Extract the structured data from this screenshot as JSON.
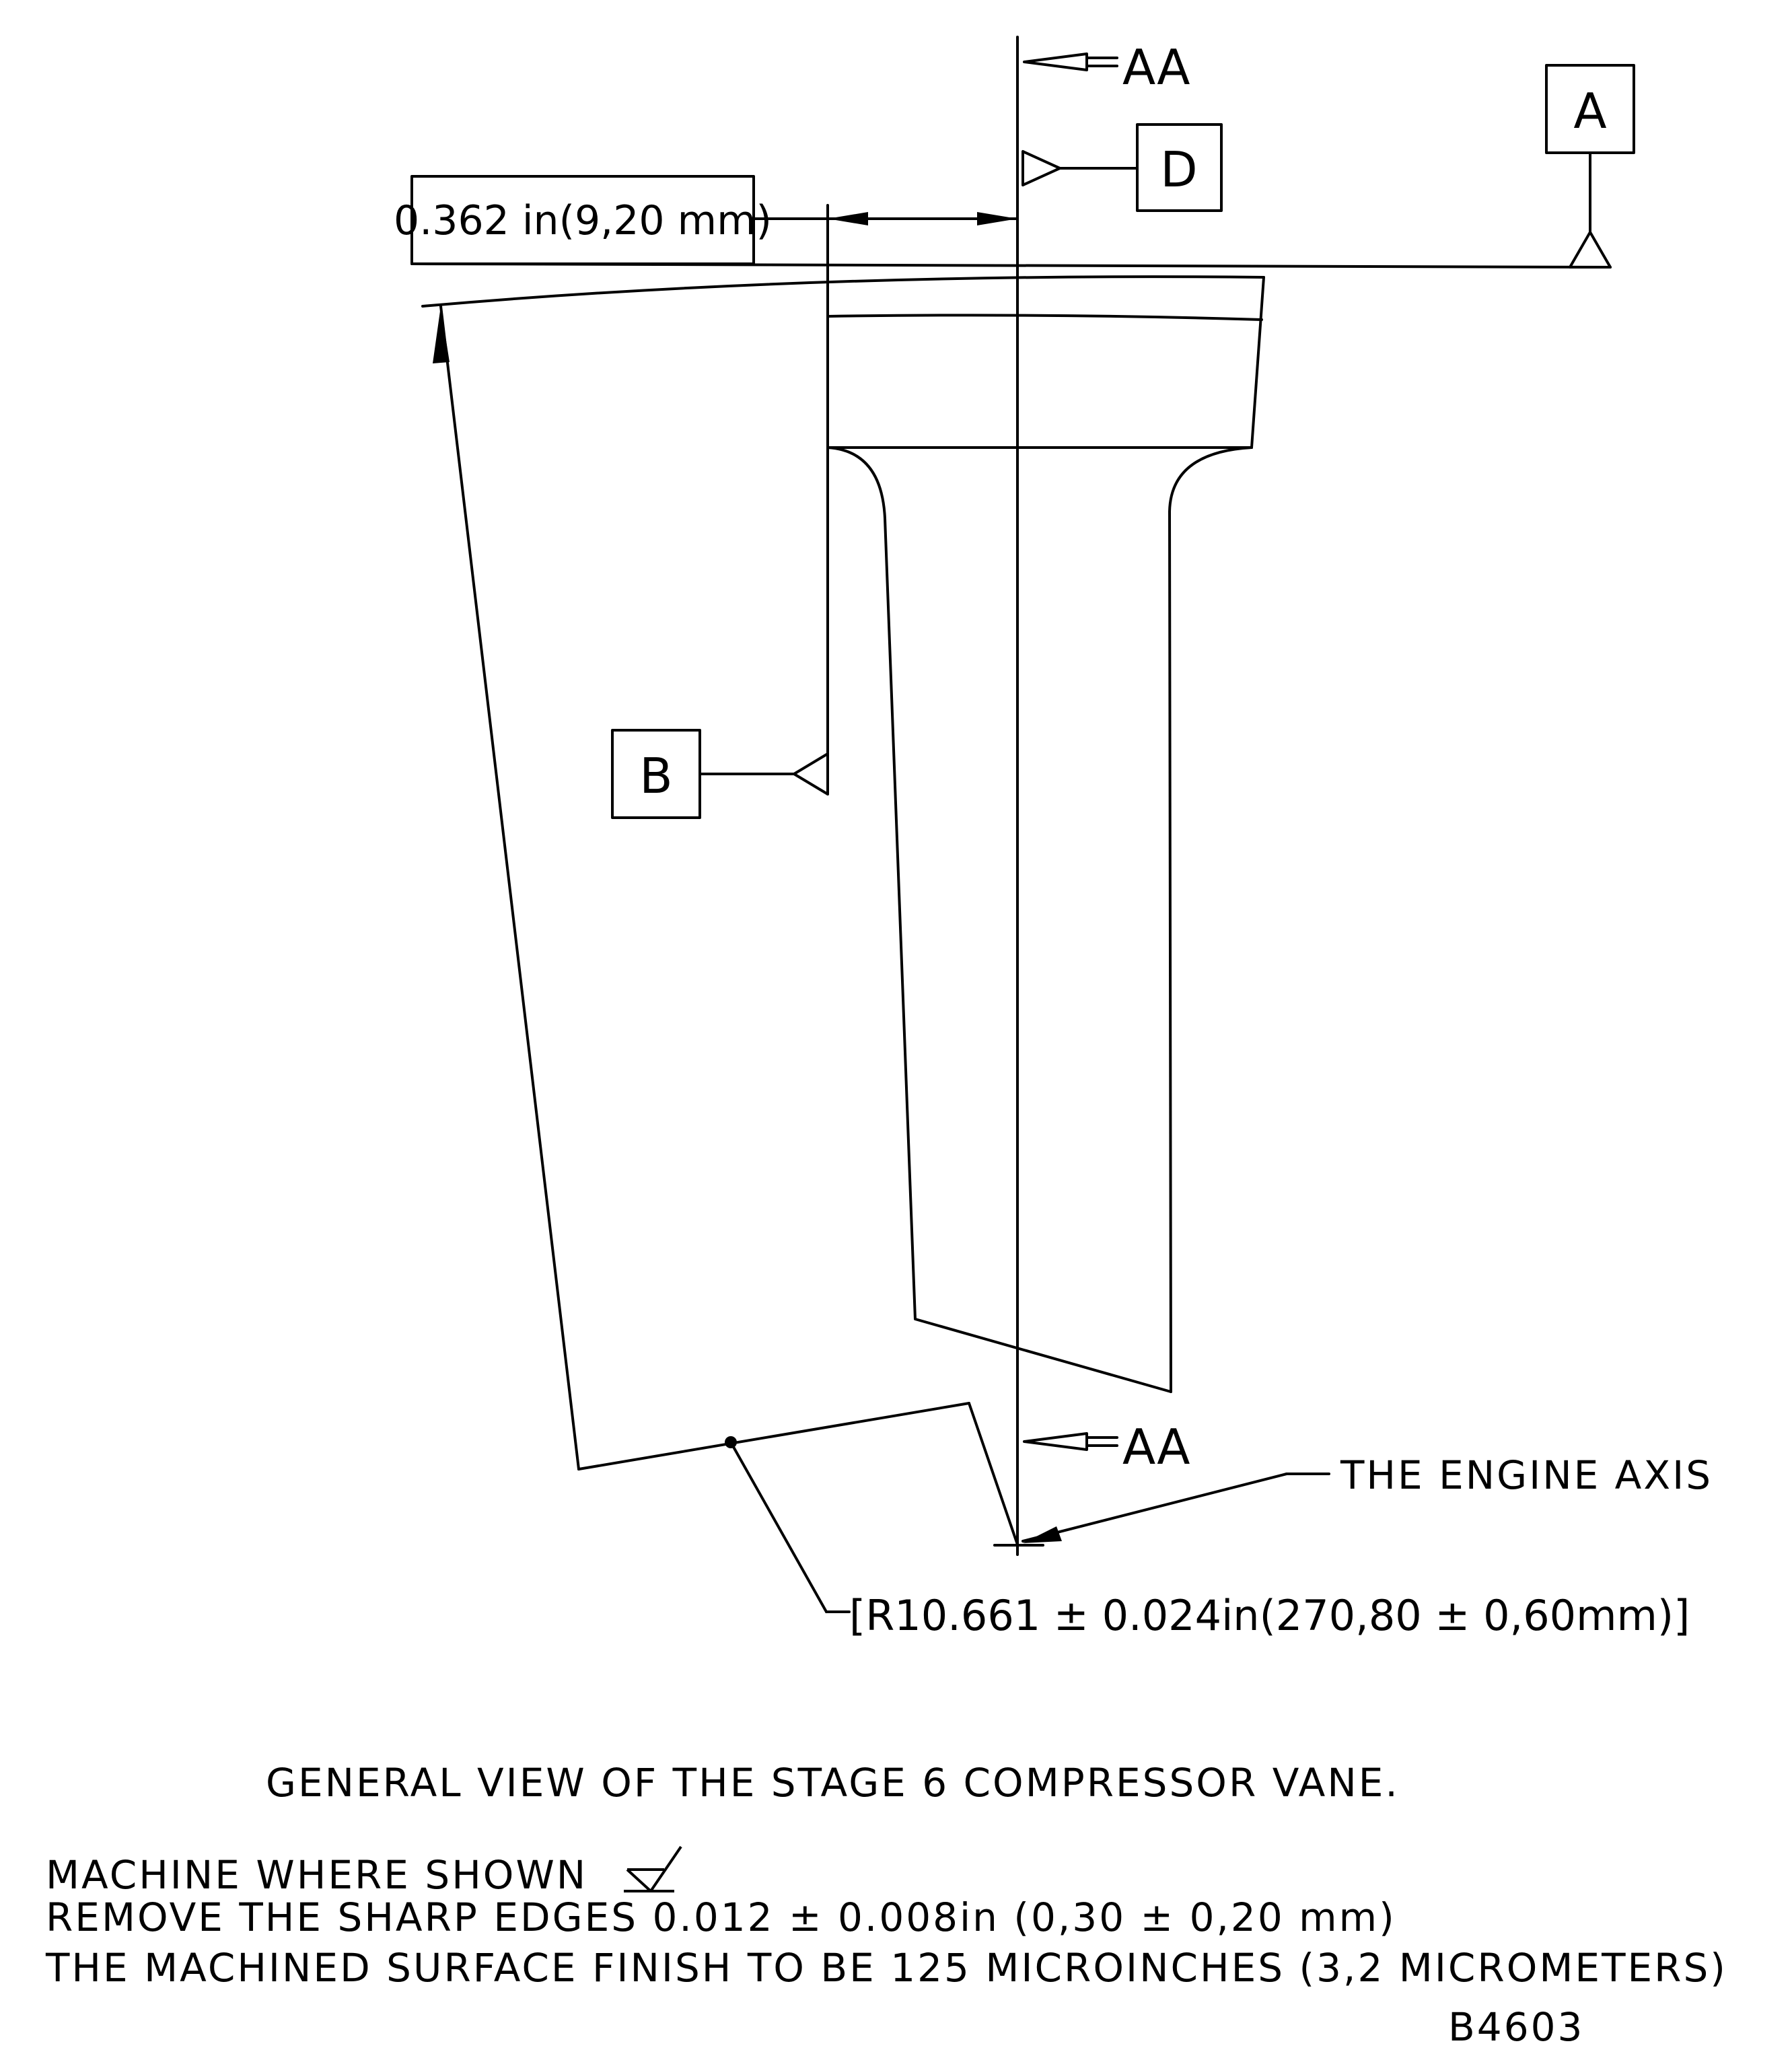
{
  "labels": {
    "section_top": "AA",
    "section_bottom": "AA",
    "datum_a": "A",
    "datum_b": "B",
    "datum_d": "D",
    "dimension_width": "0.362 in(9,20 mm)",
    "engine_axis": "THE ENGINE AXIS",
    "radius_dimension": "[R10.661 ± 0.024in(270,80 ± 0,60mm)]"
  },
  "notes": {
    "title": "GENERAL VIEW OF THE STAGE 6 COMPRESSOR VANE.",
    "machine_where_shown": "MACHINE WHERE SHOWN",
    "remove_sharp_edges": "REMOVE THE SHARP EDGES 0.012 ± 0.008in (0,30 ± 0,20 mm)",
    "surface_finish": "THE MACHINED SURFACE FINISH TO BE 125 MICROINCHES (3,2 MICROMETERS)",
    "figure_number": "B4603"
  }
}
